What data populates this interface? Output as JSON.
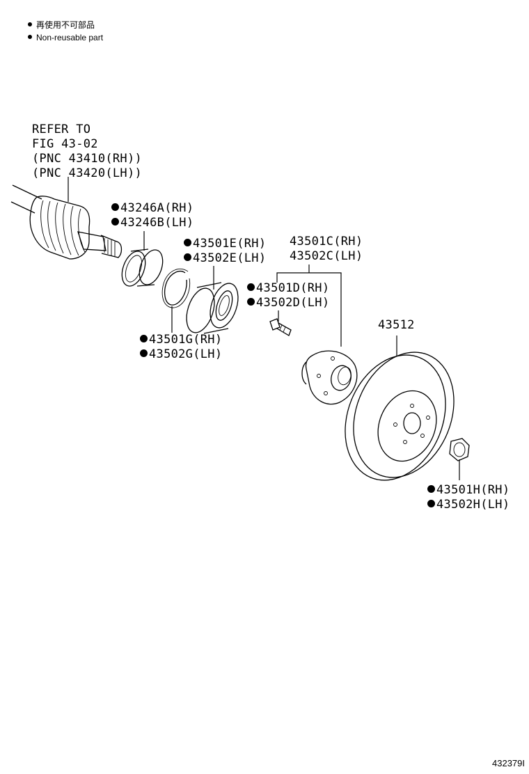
{
  "legend": {
    "line_jp": "再使用不可部品",
    "line_en": "Non-reusable part"
  },
  "labels": {
    "refer": [
      "REFER TO",
      "FIG 43-02",
      "(PNC 43410(RH))",
      "(PNC 43420(LH))"
    ],
    "p43246": [
      "43246A(RH)",
      "43246B(LH)"
    ],
    "p43501e": [
      "43501E(RH)",
      "43502E(LH)"
    ],
    "p43501c": [
      "43501C(RH)",
      "43502C(LH)"
    ],
    "p43501d": [
      "43501D(RH)",
      "43502D(LH)"
    ],
    "p43501g": [
      "43501G(RH)",
      "43502G(LH)"
    ],
    "p43512": "43512",
    "p43501h": [
      "43501H(RH)",
      "43502H(LH)"
    ]
  },
  "non_reusable_marked": [
    "p43246",
    "p43501e",
    "p43501d",
    "p43501g",
    "p43501h"
  ],
  "diagram_id": "432379I"
}
